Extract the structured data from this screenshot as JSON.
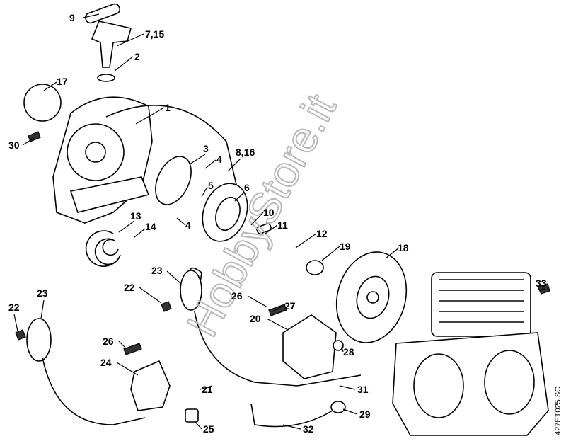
{
  "diagram": {
    "watermark": "HobbyStore.it",
    "drawing_code": "427ET025 SC",
    "callouts": [
      "9",
      "7,15",
      "2",
      "17",
      "1",
      "30",
      "3",
      "4",
      "8,16",
      "5",
      "6",
      "13",
      "14",
      "4",
      "10",
      "11",
      "12",
      "19",
      "18",
      "23",
      "22",
      "23",
      "22",
      "26",
      "27",
      "20",
      "33",
      "28",
      "26",
      "24",
      "21",
      "31",
      "29",
      "25",
      "32"
    ]
  }
}
